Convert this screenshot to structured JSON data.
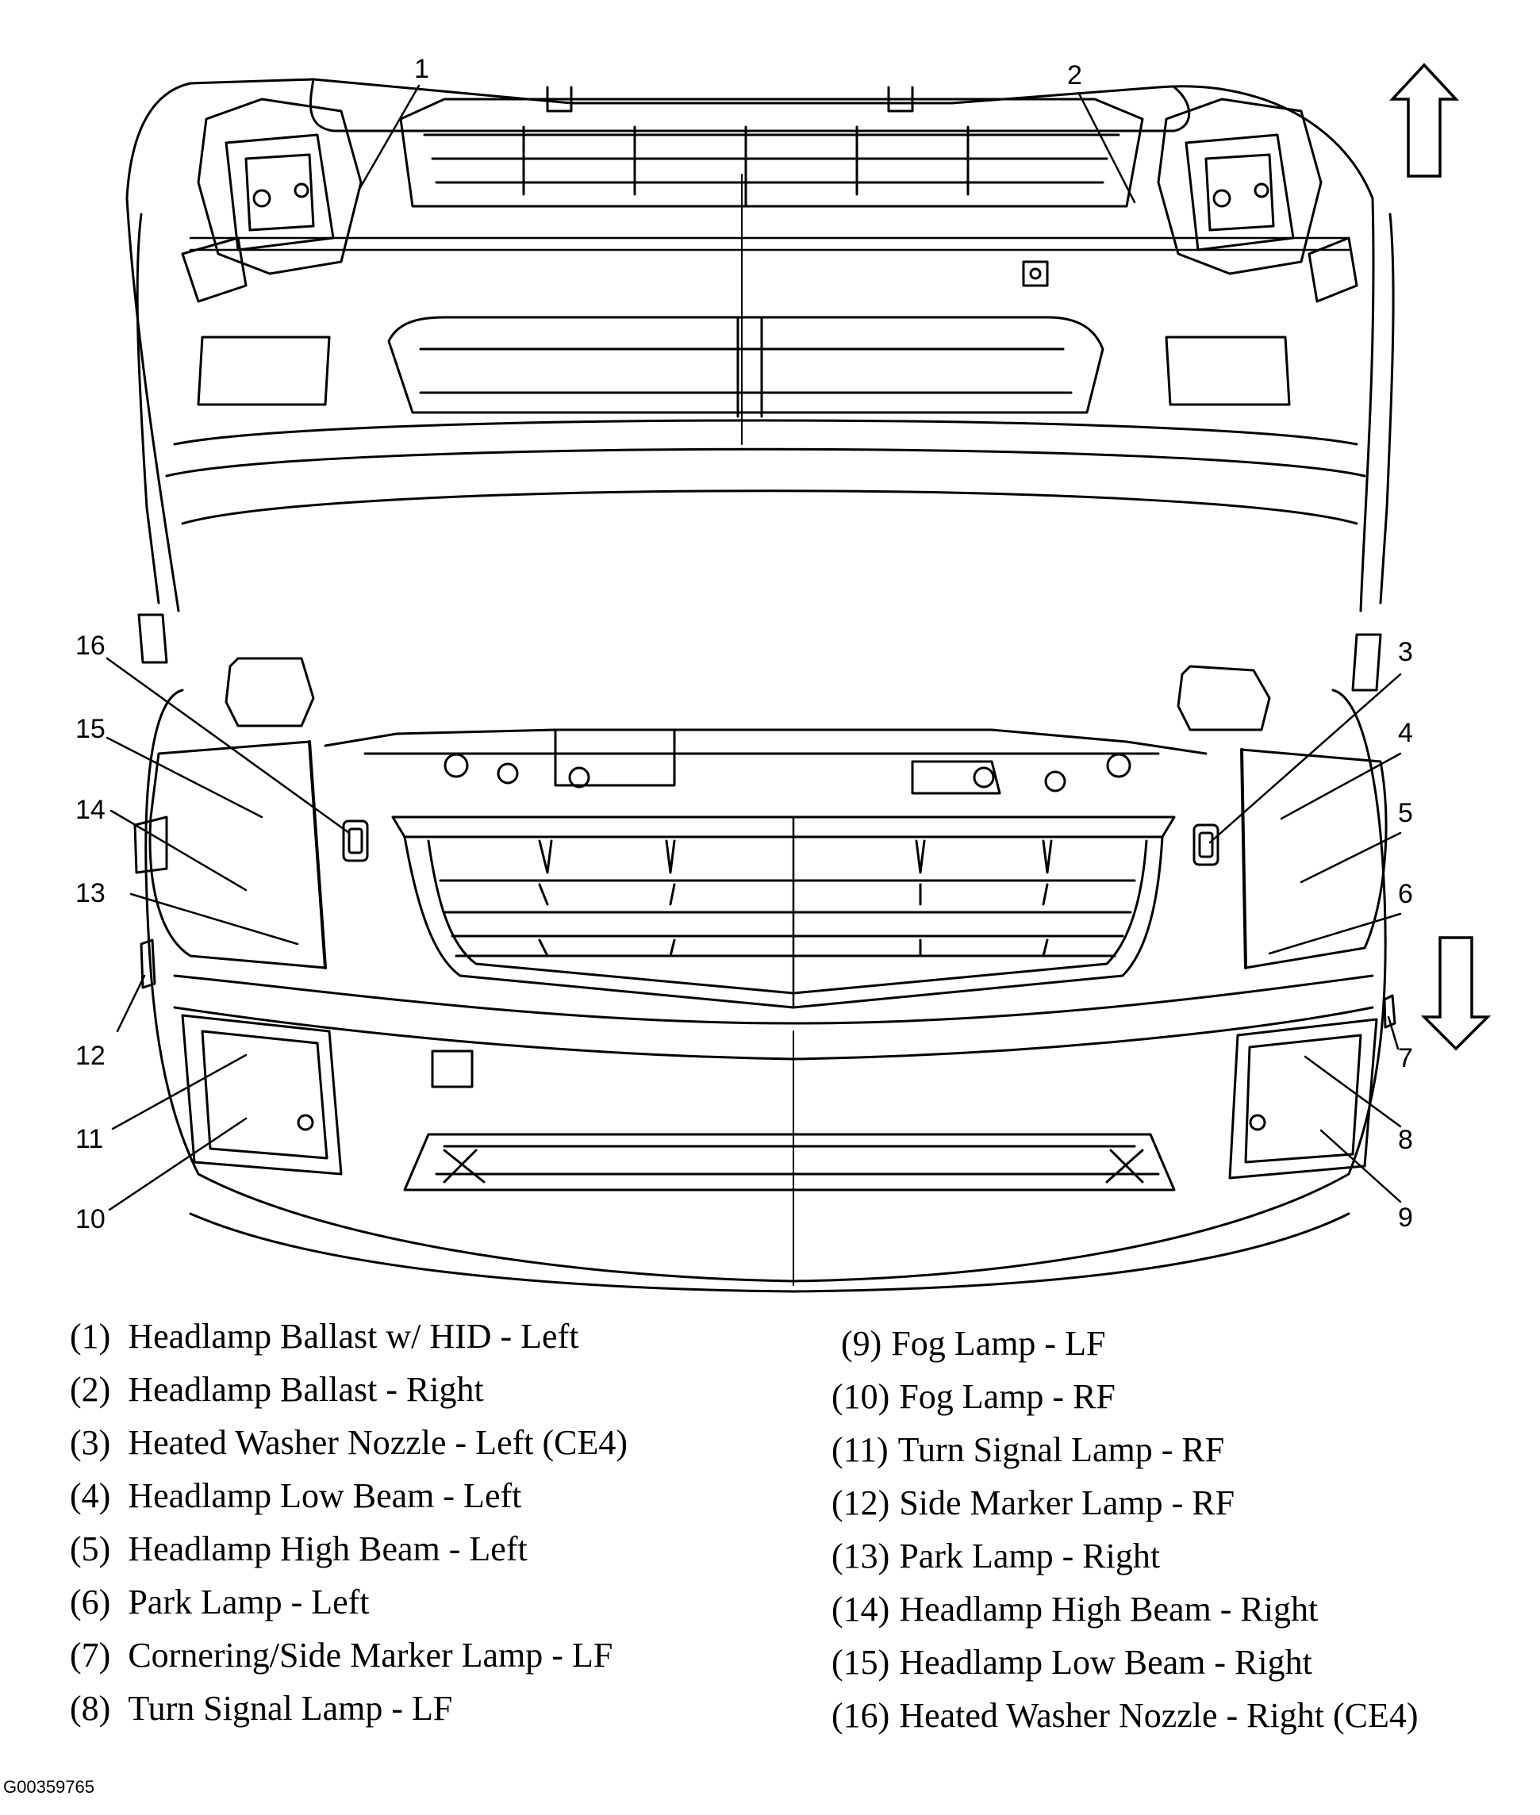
{
  "callouts": [
    "1",
    "2",
    "3",
    "4",
    "5",
    "6",
    "7",
    "8",
    "9",
    "10",
    "11",
    "12",
    "13",
    "14",
    "15",
    "16"
  ],
  "legend_left": [
    {
      "num": "(1)",
      "text": "Headlamp Ballast w/ HID - Left"
    },
    {
      "num": "(2)",
      "text": "Headlamp Ballast - Right"
    },
    {
      "num": "(3)",
      "text": "Heated Washer Nozzle - Left (CE4)"
    },
    {
      "num": "(4)",
      "text": "Headlamp Low Beam - Left"
    },
    {
      "num": "(5)",
      "text": "Headlamp High Beam - Left"
    },
    {
      "num": "(6)",
      "text": "Park Lamp - Left"
    },
    {
      "num": "(7)",
      "text": "Cornering/Side Marker Lamp - LF"
    },
    {
      "num": "(8)",
      "text": "Turn Signal Lamp - LF"
    }
  ],
  "legend_right": [
    {
      "num": "(9)",
      "text": "Fog Lamp - LF"
    },
    {
      "num": "(10)",
      "text": "Fog Lamp - RF"
    },
    {
      "num": "(11)",
      "text": "Turn Signal Lamp - RF"
    },
    {
      "num": "(12)",
      "text": "Side Marker Lamp - RF"
    },
    {
      "num": "(13)",
      "text": "Park Lamp - Right"
    },
    {
      "num": "(14)",
      "text": "Headlamp High Beam - Right"
    },
    {
      "num": "(15)",
      "text": "Headlamp Low Beam - Right"
    },
    {
      "num": "(16)",
      "text": "Heated Washer Nozzle - Right (CE4)"
    }
  ],
  "figure_id": "G00359765",
  "icons": [
    "arrow-up-icon",
    "arrow-down-icon"
  ]
}
